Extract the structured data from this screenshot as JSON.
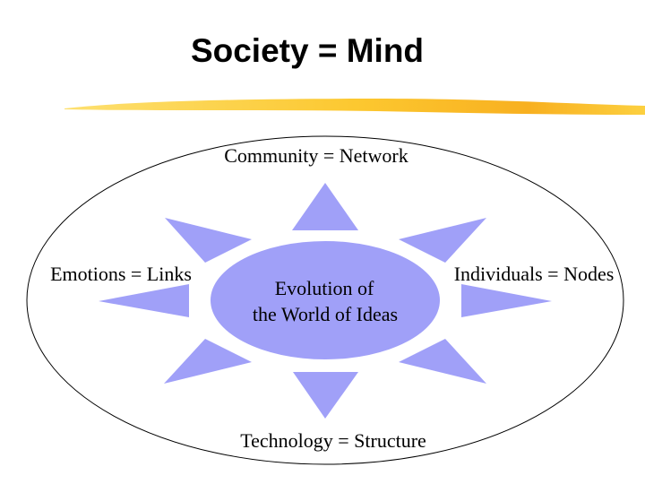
{
  "title": "Society = Mind",
  "colors": {
    "ray": "#a0a0f8",
    "highlight": "#fcc830"
  },
  "center": {
    "line1": "Evolution of",
    "line2": "the World of Ideas"
  },
  "labels": {
    "top": "Community = Network",
    "left": "Emotions = Links",
    "right": "Individuals = Nodes",
    "bottom": "Technology = Structure"
  }
}
